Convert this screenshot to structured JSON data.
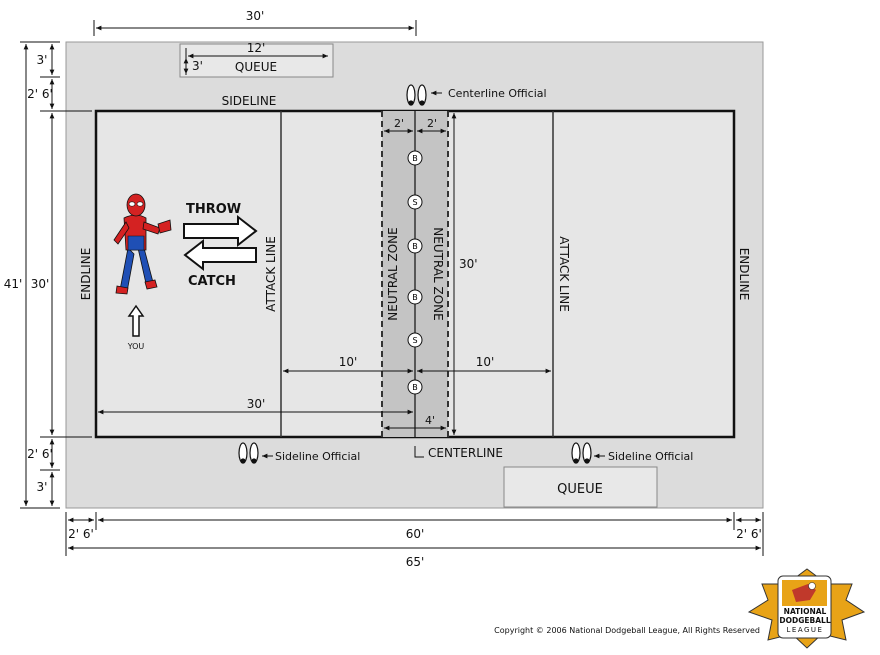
{
  "dims": {
    "top_width": "30'",
    "total_length": "65'",
    "court_length": "60'",
    "left_margin": "2' 6'",
    "right_margin": "2' 6'",
    "total_width": "41'",
    "court_width": "30'",
    "top_queue_depth": "3'",
    "top_gap": "2' 6'",
    "bottom_gap": "2' 6'",
    "bottom_queue_depth": "3'",
    "queue_width": "12'",
    "queue_depth": "3'",
    "neutral_left": "2'",
    "neutral_right": "2'",
    "neutral_total": "4'",
    "neutral_height": "30'",
    "attack_left": "10'",
    "attack_right": "10'",
    "half_court": "30'"
  },
  "labels": {
    "queue_top": "QUEUE",
    "queue_bottom": "QUEUE",
    "sideline": "SIDELINE",
    "centerline_official": "Centerline Official",
    "sideline_official_left": "Sideline Official",
    "sideline_official_right": "Sideline Official",
    "centerline": "CENTERLINE",
    "endline_left": "ENDLINE",
    "endline_right": "ENDLINE",
    "attack_line_left": "ATTACK LINE",
    "attack_line_right": "ATTACK LINE",
    "neutral_zone_left": "NEUTRAL ZONE",
    "neutral_zone_right": "NEUTRAL ZONE",
    "throw": "THROW",
    "catch": "CATCH",
    "you": "YOU",
    "copyright": "Copyright © 2006 National Dodgeball League, All Rights Reserved",
    "logo_line1": "NATIONAL",
    "logo_line2": "DODGEBALL",
    "logo_line3": "LEAGUE"
  },
  "balls": [
    "B",
    "S",
    "B",
    "B",
    "S",
    "B"
  ],
  "colors": {
    "outer_area": "#dcdcdc",
    "court": "#e6e6e6",
    "neutral_zone": "#c4c4c4",
    "logo_orange": "#e8a317",
    "logo_red": "#c0392b"
  }
}
